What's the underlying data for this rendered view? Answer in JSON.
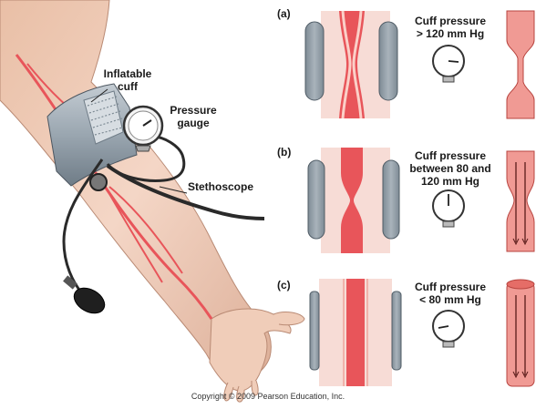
{
  "labels": {
    "cuff": "Inflatable\ncuff",
    "gauge": "Pressure\ngauge",
    "stethoscope": "Stethoscope"
  },
  "panels": [
    {
      "letter": "(a)",
      "pressure": "Cuff pressure\n> 120 mm Hg"
    },
    {
      "letter": "(b)",
      "pressure": "Cuff pressure\nbetween 80 and\n120 mm Hg"
    },
    {
      "letter": "(c)",
      "pressure": "Cuff pressure\n< 80 mm Hg"
    }
  ],
  "copyright": "Copyright © 2009 Pearson Education, Inc.",
  "colors": {
    "skin": "#f2d3c2",
    "skin_shade": "#d9a58c",
    "artery": "#e8555a",
    "tissue": "#f7dcd6",
    "cuff": "#8e9aa4",
    "cuff_light": "#b9c3cb"
  }
}
